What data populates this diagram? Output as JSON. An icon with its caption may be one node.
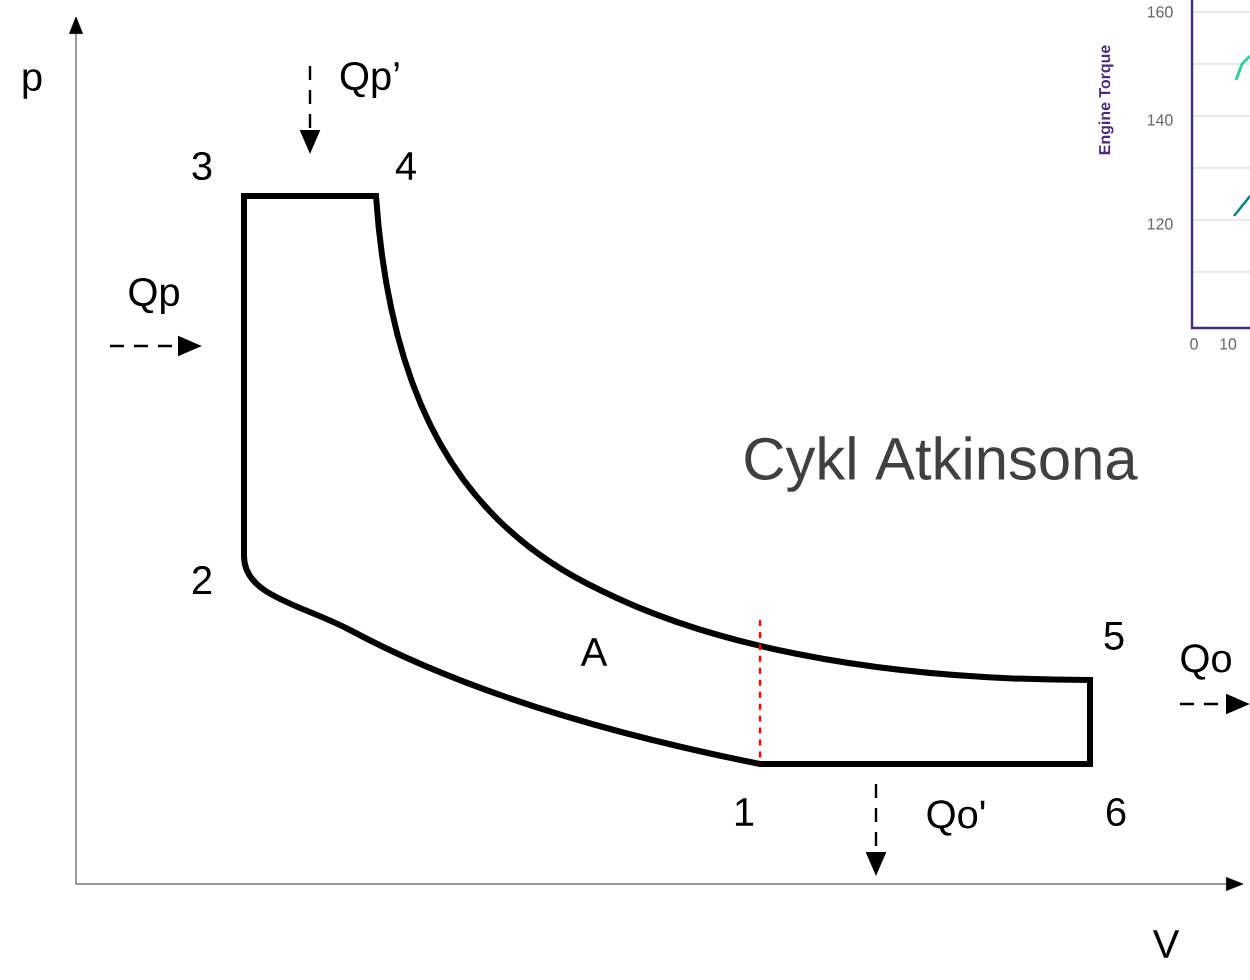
{
  "diagram": {
    "title": "Cykl Atkinsona",
    "labels": [
      "p",
      "Qp’",
      "3",
      "4",
      "Engine Torque",
      "160",
      "140",
      "120",
      "0",
      "10",
      "Qp",
      "2",
      "A",
      "5",
      "Qo",
      "1",
      "Qo'",
      "6",
      "V"
    ]
  }
}
